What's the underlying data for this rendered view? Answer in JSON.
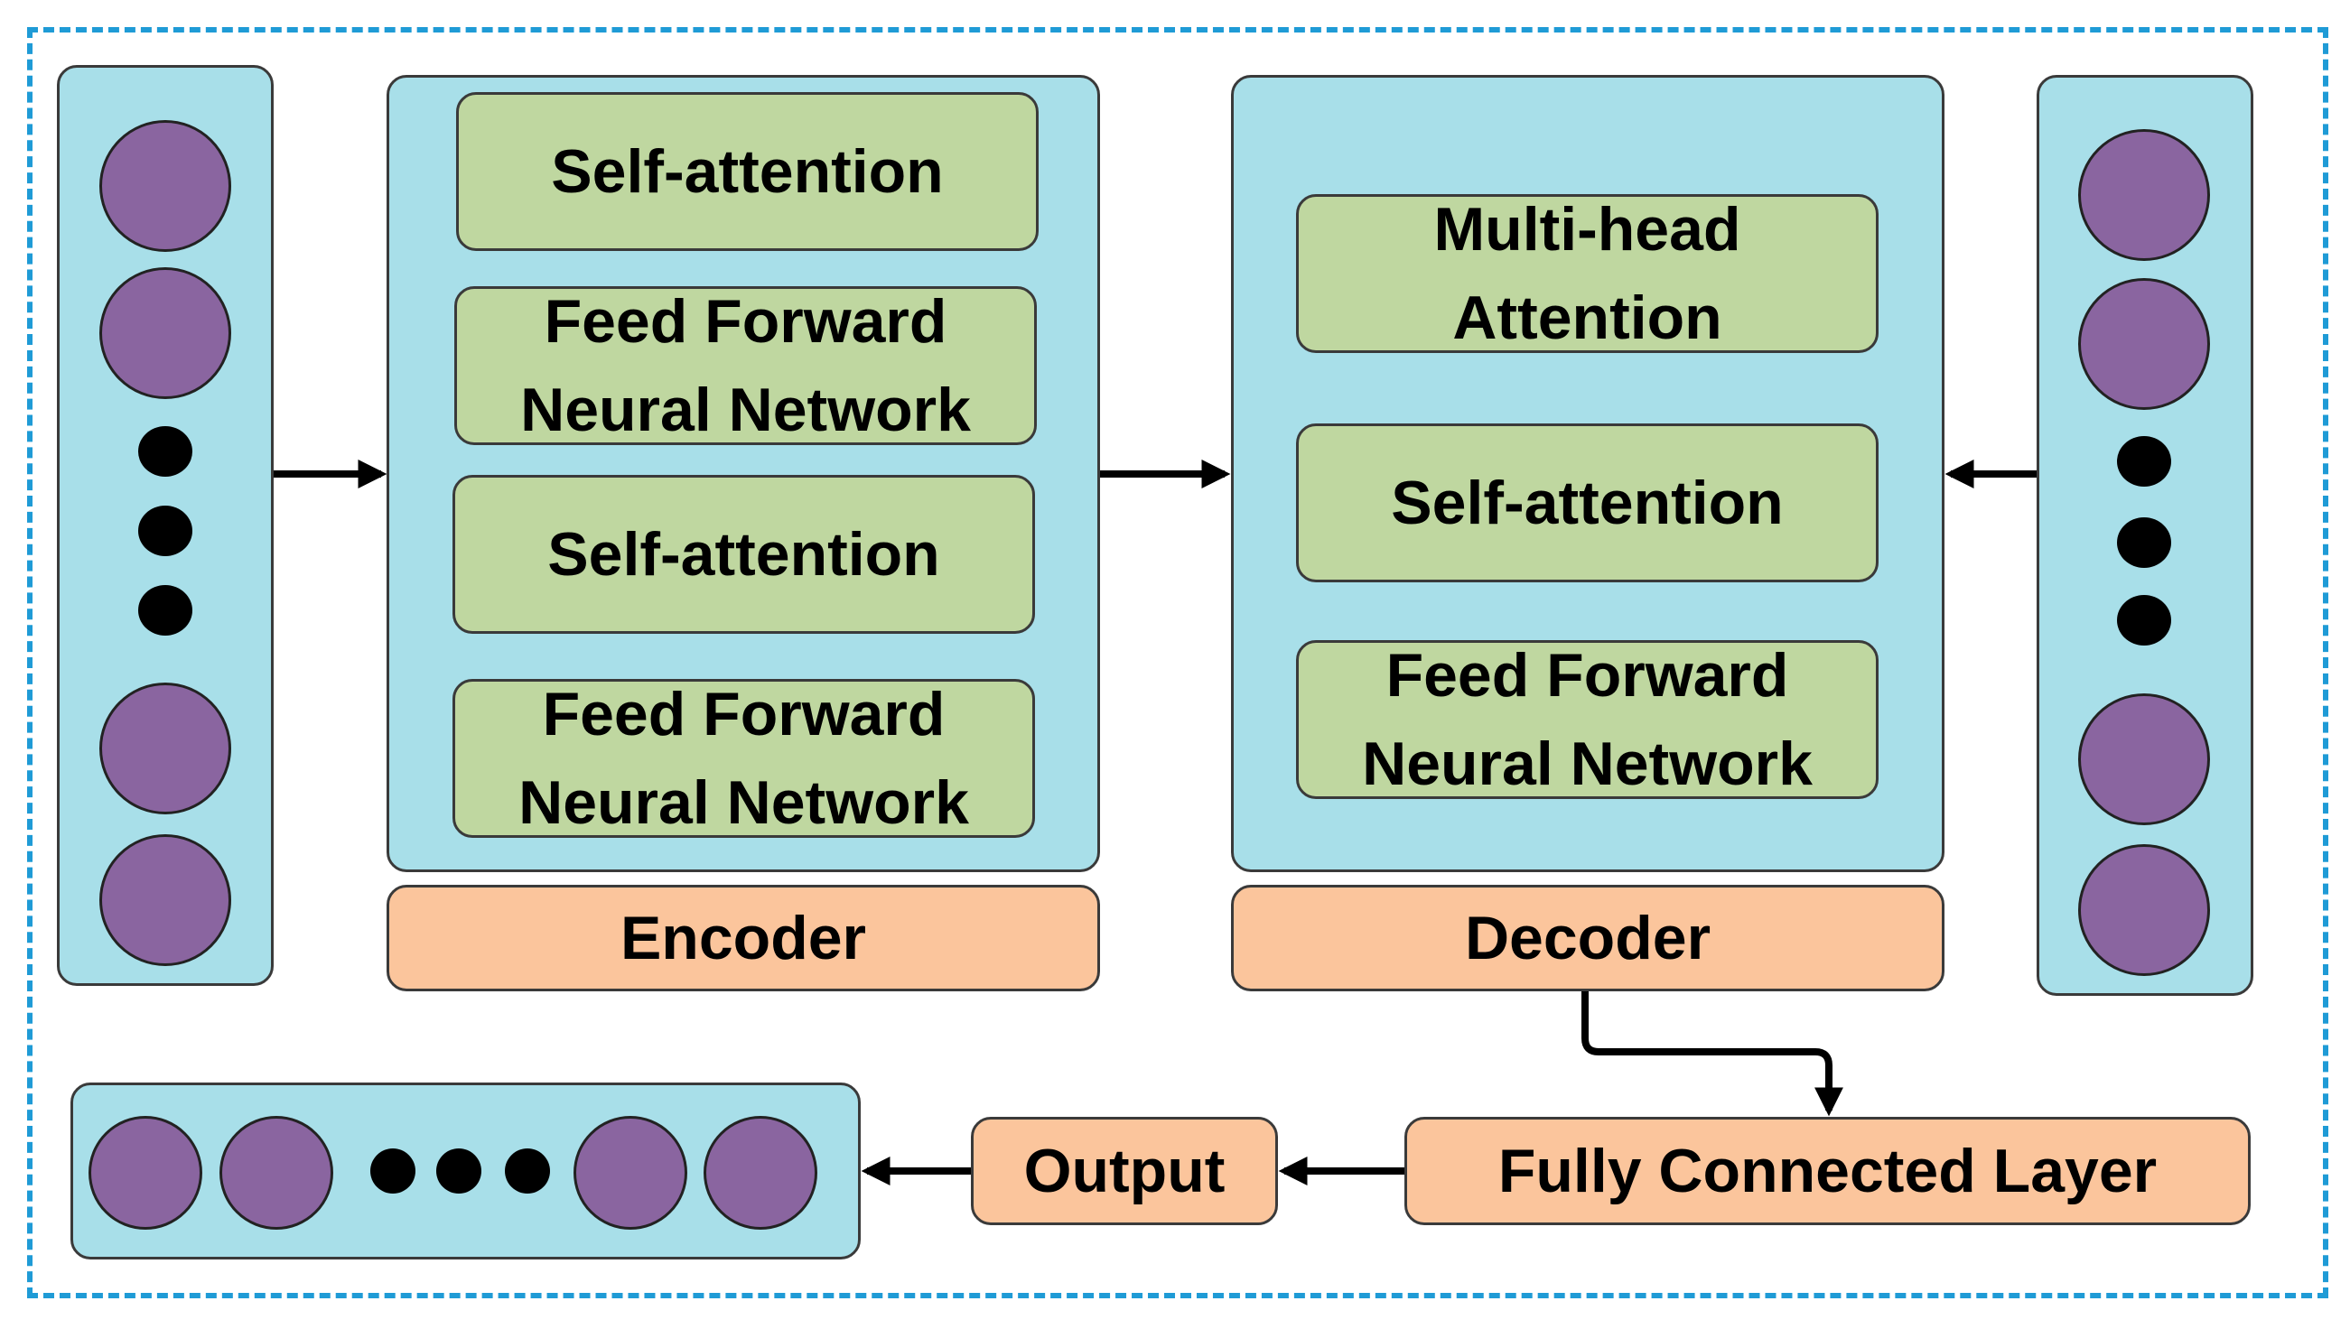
{
  "colors": {
    "frame": "#1f9bd6",
    "panel": "#a8dfe9",
    "block": "#bfd7a0",
    "label": "#fbc59c",
    "node": "#8a65a0"
  },
  "encoder": {
    "blocks": [
      {
        "text": "Self-attention"
      },
      {
        "text": "Feed Forward\nNeural Network"
      },
      {
        "text": "Self-attention"
      },
      {
        "text": "Feed Forward\nNeural Network"
      }
    ],
    "label": "Encoder"
  },
  "decoder": {
    "blocks": [
      {
        "text": "Multi-head\nAttention"
      },
      {
        "text": "Self-attention"
      },
      {
        "text": "Feed Forward\nNeural Network"
      }
    ],
    "label": "Decoder"
  },
  "fully_connected": "Fully Connected Layer",
  "output": "Output"
}
